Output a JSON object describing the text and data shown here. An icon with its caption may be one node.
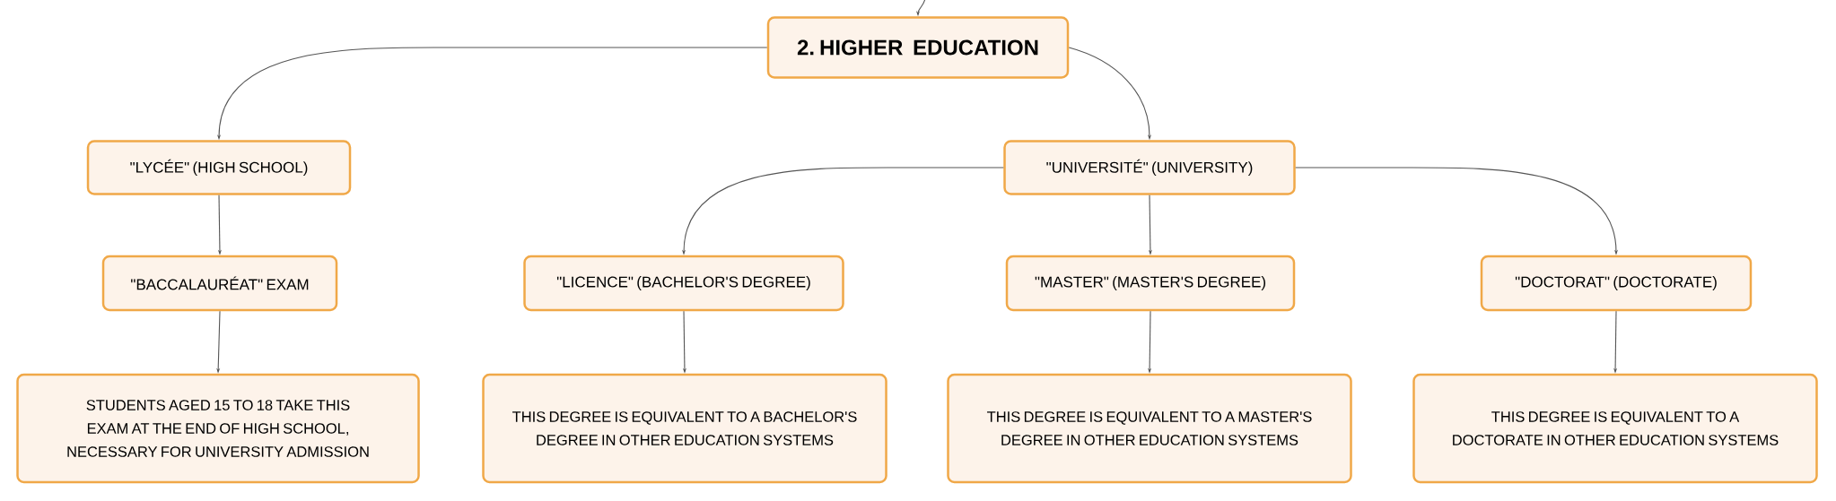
{
  "diagram": {
    "nodes": [
      {
        "text": [
          "2. HIGHER EDUCATION"
        ]
      },
      {
        "text": [
          "\"LYCÉE\" (HIGH SCHOOL)"
        ]
      },
      {
        "text": [
          "\"UNIVERSITÉ\" (UNIVERSITY)"
        ]
      },
      {
        "text": [
          "\"BACCALAURÉAT\" EXAM"
        ]
      },
      {
        "text": [
          "\"LICENCE\" (BACHELOR'S DEGREE)"
        ]
      },
      {
        "text": [
          "\"MASTER\" (MASTER'S DEGREE)"
        ]
      },
      {
        "text": [
          "\"DOCTORAT\" (DOCTORATE)"
        ]
      },
      {
        "text": [
          "STUDENTS AGED 15 TO 18 TAKE THIS EXAM AT THE END OF HIGH SCHOOL, NECESSARY FOR UNIVERSITY ADMISSION"
        ]
      },
      {
        "text": [
          "THIS DEGREE IS EQUIVALENT TO A BACHELOR'S DEGREE IN OTHER EDUCATION SYSTEMS"
        ]
      },
      {
        "text": [
          "THIS DEGREE IS EQUIVALENT TO A MASTER'S DEGREE IN OTHER EDUCATION SYSTEMS"
        ]
      },
      {
        "text": [
          "THIS DEGREE IS EQUIVALENT TO A DOCTORATE IN OTHER EDUCATION SYSTEMS"
        ]
      }
    ],
    "edges": [
      {
        "from": null,
        "to": 0,
        "arrow": "to"
      },
      {
        "from": 0,
        "to": 1,
        "arrow": "to"
      },
      {
        "from": 0,
        "to": 2,
        "arrow": "to"
      },
      {
        "from": 1,
        "to": 3,
        "arrow": "to"
      },
      {
        "from": 3,
        "to": 7,
        "arrow": "to"
      },
      {
        "from": 2,
        "to": 4,
        "arrow": "to"
      },
      {
        "from": 2,
        "to": 5,
        "arrow": "to"
      },
      {
        "from": 2,
        "to": 6,
        "arrow": "to"
      },
      {
        "from": 4,
        "to": 8,
        "arrow": "to"
      },
      {
        "from": 5,
        "to": 9,
        "arrow": "to"
      },
      {
        "from": 6,
        "to": 10,
        "arrow": "to"
      }
    ]
  }
}
